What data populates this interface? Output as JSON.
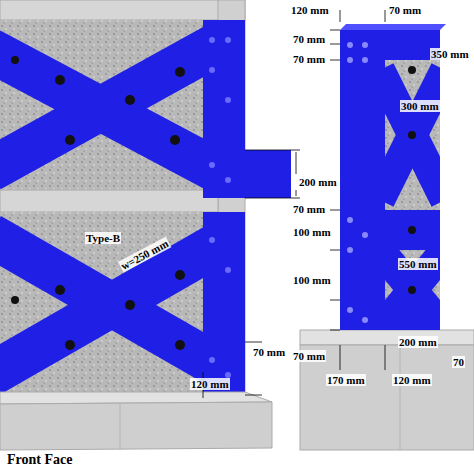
{
  "diagram": {
    "labels": [
      "200 mm",
      "Type-B",
      "w=250 mm",
      "70 mm",
      "120 mm",
      "Front Face",
      "120 mm",
      "70 mm",
      "70 mm",
      "70 mm",
      "350 mm",
      "300 mm",
      "70 mm",
      "100 mm",
      "550 mm",
      "100 mm",
      "200 mm",
      "70 mm",
      "170 mm",
      "120 mm",
      "70"
    ]
  }
}
